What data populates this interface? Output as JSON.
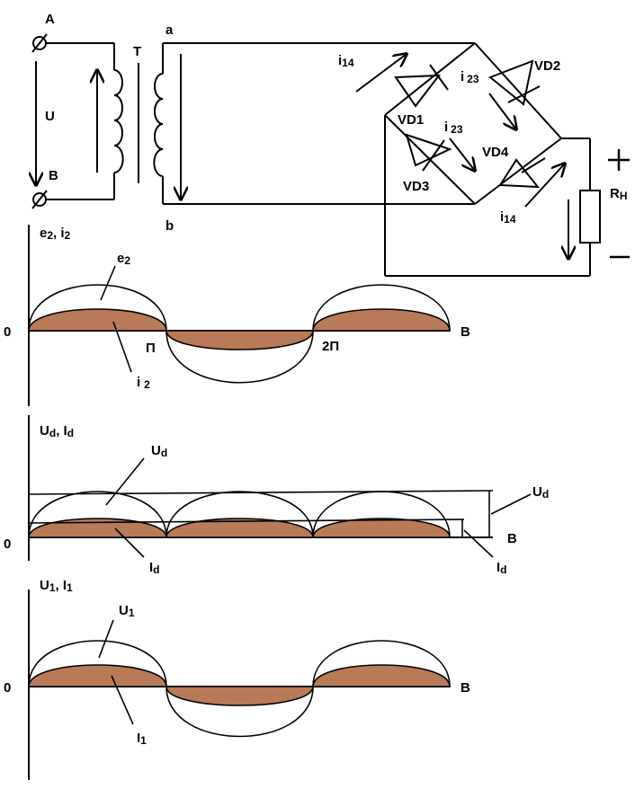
{
  "colors": {
    "stroke": "#000000",
    "current_fill": "#b97a57",
    "background": "#ffffff"
  },
  "circuit": {
    "terminal_a_upper": "A",
    "terminal_b_upper": "B",
    "voltage_label": "U",
    "transformer_label": "T",
    "secondary_a": "a",
    "secondary_b": "b",
    "current_i14_top": "i",
    "current_i14_top_sub": "14",
    "current_i23_right": "i",
    "current_i23_right_sub": "23",
    "current_i23_mid": "i",
    "current_i23_mid_sub": "23",
    "current_i14_bottom": "i",
    "current_i14_bottom_sub": "14",
    "diode_vd1": "VD1",
    "diode_vd2": "VD2",
    "diode_vd3": "VD3",
    "diode_vd4": "VD4",
    "load_label": "R",
    "load_sub": "H",
    "plus": "+",
    "minus": "−"
  },
  "graph1": {
    "axis_label": "e",
    "axis_label_sub": "2",
    "axis_label_sep": ", i",
    "axis_label_sub2": "2",
    "origin": "0",
    "e2_label": "e",
    "e2_sub": "2",
    "i2_label": "i",
    "i2_sub": "2",
    "pi_label": "П",
    "two_pi_label": "2П",
    "end_label": "B"
  },
  "graph2": {
    "axis_label": "U",
    "axis_label_sub": "d",
    "axis_label_sep": ", I",
    "axis_label_sub2": "d",
    "origin": "0",
    "ud_label": "U",
    "ud_sub": "d",
    "id_label": "I",
    "id_sub": "d",
    "ud_right_label": "U",
    "ud_right_sub": "d",
    "id_right_label": "I",
    "id_right_sub": "d",
    "end_label": "B"
  },
  "graph3": {
    "axis_label": "U",
    "axis_label_sub": "1",
    "axis_label_sep": ", I",
    "axis_label_sub2": "1",
    "origin": "0",
    "u1_label": "U",
    "u1_sub": "1",
    "i1_label": "I",
    "i1_sub": "1",
    "end_label": "B"
  }
}
